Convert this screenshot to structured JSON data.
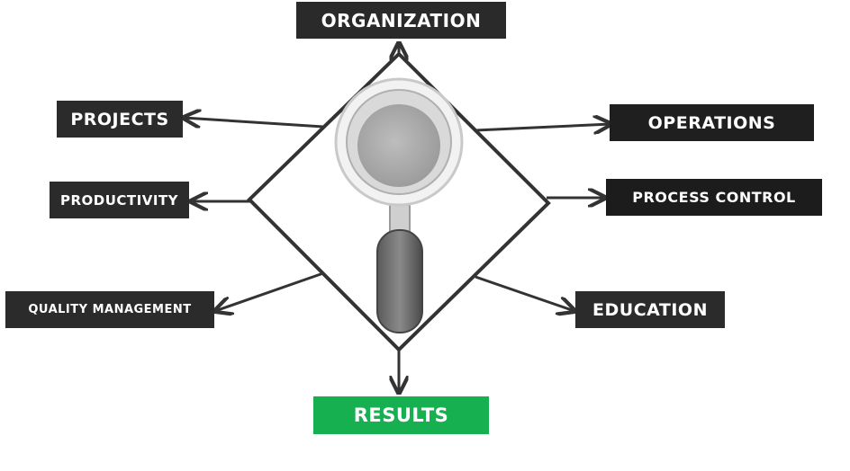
{
  "diagram": {
    "center_icon": "magnifying-glass-icon",
    "colors": {
      "label_background": "#2b2b2b",
      "label_text": "#ffffff",
      "results_background": "#16b050",
      "lines": "#333333"
    },
    "labels": {
      "organization": "ORGANIZATION",
      "projects": "PROJECTS",
      "operations": "OPERATIONS",
      "productivity": "PRODUCTIVITY",
      "process_control": "PROCESS CONTROL",
      "quality_management": "QUALITY MANAGEMENT",
      "education": "EDUCATION",
      "results": "RESULTS"
    }
  }
}
